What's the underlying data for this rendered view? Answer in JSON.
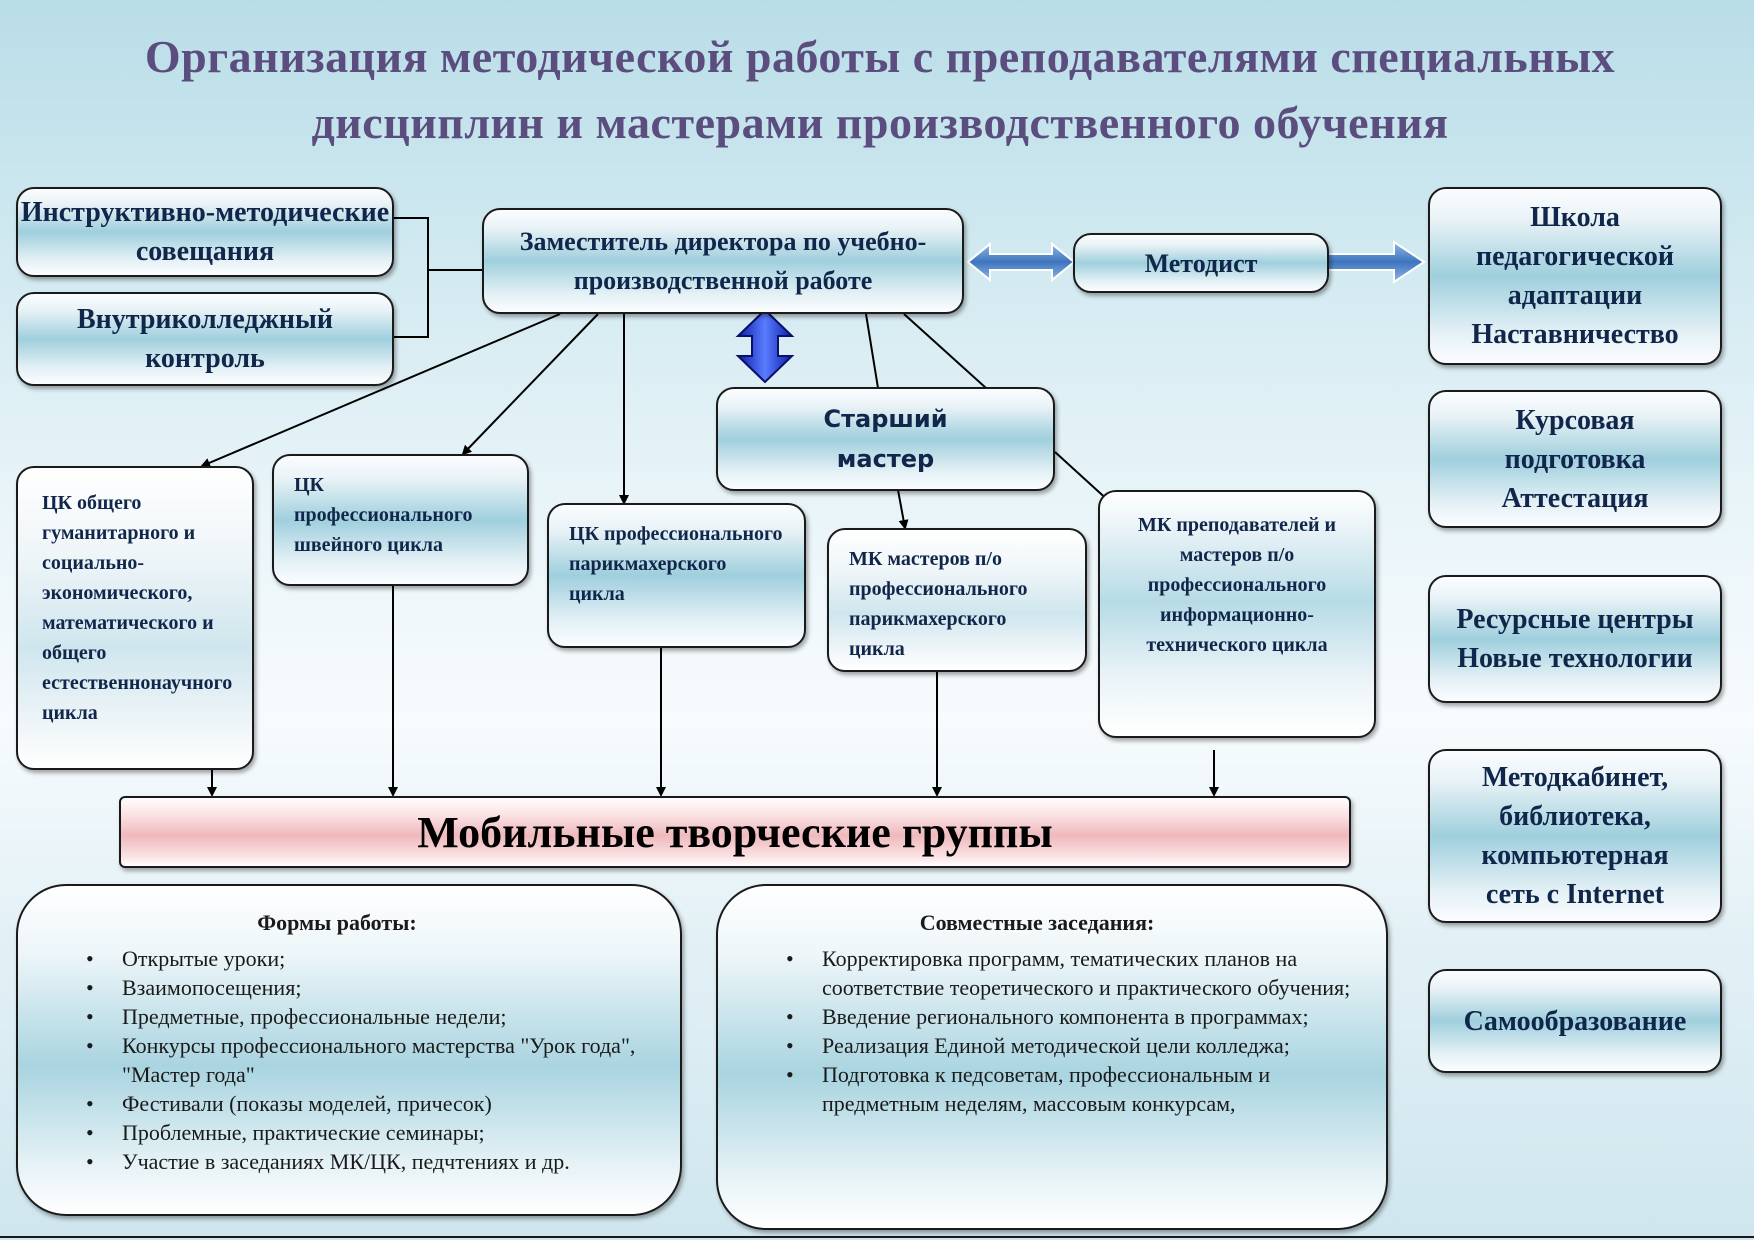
{
  "title": "Организация методической работы с преподавателями специальных дисциплин и мастерами производственного обучения",
  "left_boxes": {
    "meetings": "Инструктивно-методические совещания",
    "control": "Внутриколледжный контроль"
  },
  "deputy": "Заместитель директора по учебно-производственной работе",
  "methodist": "Методист",
  "senior_master": "Старший мастер",
  "cycles": {
    "humanitarian": "ЦК общего гуманитарного и социально-экономического, математического и общего естественнонаучного цикла",
    "sewing": "ЦК профессионального швейного цикла",
    "hairdressing": "ЦК профессионального парикмахерского цикла",
    "mk_hair": "МК мастеров п/о профессионального парикмахерского цикла",
    "mk_it": "МК преподавателей и мастеров п/о профессионального информационно-технического цикла"
  },
  "mobile_groups": "Мобильные творческие группы",
  "forms": {
    "heading": "Формы работы:",
    "items": [
      "Открытые уроки;",
      "Взаимопосещения;",
      "Предметные, профессиональные недели;",
      "Конкурсы профессионального мастерства \"Урок года\", \"Мастер года\"",
      "Фестивали (показы моделей, причесок)",
      "Проблемные, практические семинары;",
      "Участие в заседаниях МК/ЦК, педчтениях и др."
    ]
  },
  "joint": {
    "heading": "Совместные заседания:",
    "items": [
      "Корректировка программ, тематических планов на соответствие теоретического и практического обучения;",
      "Введение регионального компонента в программах;",
      "Реализация Единой методической цели колледжа;",
      "Подготовка к педсоветам, профессиональным и предметным неделям, массовым конкурсам,"
    ]
  },
  "right_boxes": {
    "school": "Школа педагогической адаптации Наставничество",
    "courses": "Курсовая подготовка Аттестация",
    "resources": "Ресурсные центры Новые технологии",
    "library": "Методкабинет, библиотека, компьютерная сеть с Internet",
    "self_edu": "Самообразование"
  },
  "colors": {
    "title": "#5b4d7e",
    "box_text": "#10264a",
    "arrow_fill": "#4a86c8",
    "double_arrow": "#1f3fd6"
  }
}
